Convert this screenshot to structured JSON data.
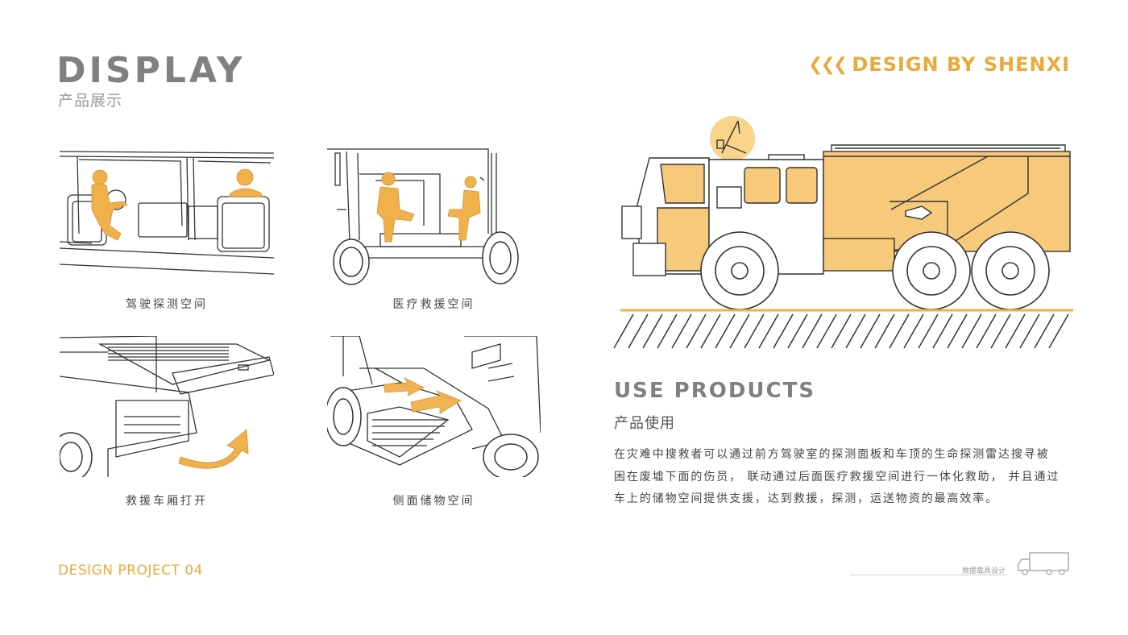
{
  "header": {
    "title": "DISPLAY",
    "subtitle": "产品展示",
    "brand_text": "DESIGN BY SHENXI",
    "brand_icon": "triple-chevron-left"
  },
  "panels": [
    {
      "caption": "驾驶探测空间"
    },
    {
      "caption": "医疗救援空间"
    },
    {
      "caption": "救援车厢打开"
    },
    {
      "caption": "侧面储物空间"
    }
  ],
  "use": {
    "title": "USE PRODUCTS",
    "subtitle": "产品使用",
    "lines": [
      "在灾难中搜救者可以通过前方驾驶室的探测面板和车顶的生命探测雷达搜寻被",
      "困在废墟下面的伤员， 联动通过后面医疗救援空间进行一体化救助， 并且通过",
      "车上的储物空间提供支援，达到救援，探测，运送物资的最高效率。"
    ]
  },
  "footer": {
    "project": "DESIGN PROJECT 04",
    "small_label": "救援载具设计",
    "truck_icon": "truck-outline-icon"
  },
  "colors": {
    "accent": "#e8ab3a",
    "fill": "#f7c97a",
    "title_gray": "#808080",
    "line": "#333333"
  }
}
